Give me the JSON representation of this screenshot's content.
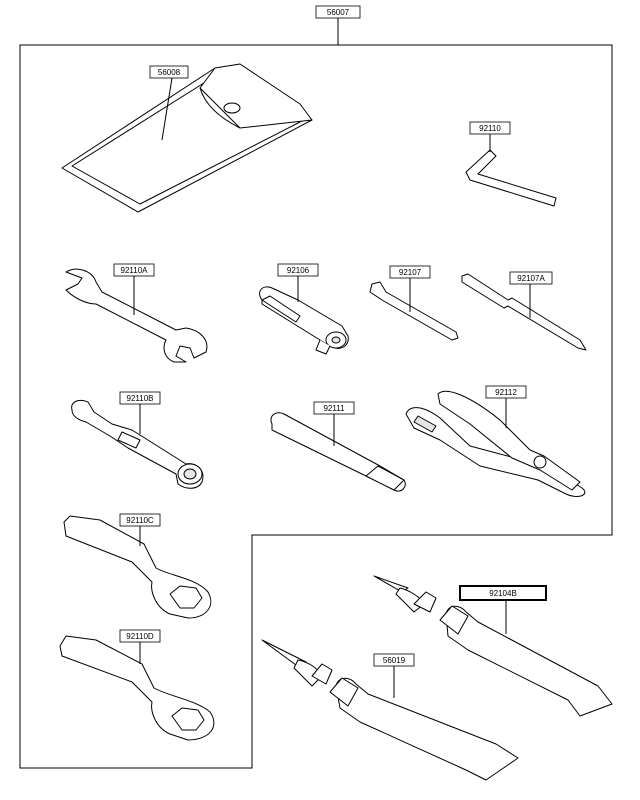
{
  "labels": {
    "kit": "56007",
    "pouch": "56008",
    "hex_key": "92110",
    "wrench_a": "92110A",
    "adapter": "92106",
    "driver_1": "92107",
    "driver_2": "92107A",
    "spark_wrench": "92110B",
    "handle": "92111",
    "pliers": "92112",
    "ring_c": "92110C",
    "ring_d": "92110D",
    "tube_b": "92104B",
    "tube_2": "56019"
  }
}
